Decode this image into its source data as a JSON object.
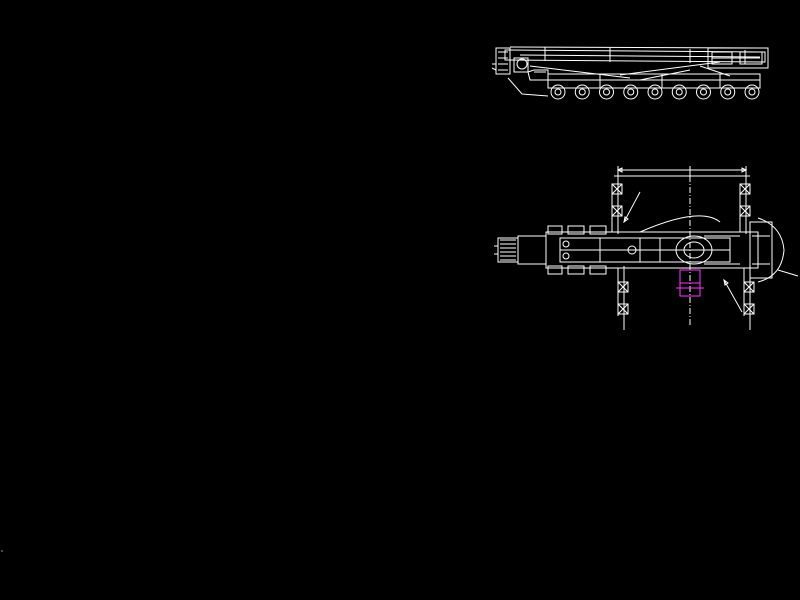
{
  "drawing": {
    "background": "#000000",
    "line_color": "#ffffff",
    "highlight_color": "#ff33ff",
    "views": [
      "side-elevation",
      "plan-view"
    ],
    "wheel_count": 9,
    "dimension_labels": [
      "",
      "",
      ""
    ]
  }
}
